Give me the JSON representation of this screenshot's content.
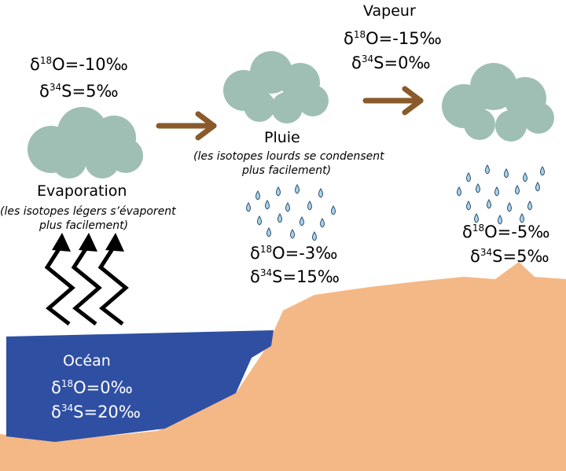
{
  "title": "",
  "evaporation": {
    "o18": "δ18O=-10‰",
    "s34": "δ34S=5‰",
    "label": "Evaporation",
    "note_line1": "(les isotopes légers s’évaporent",
    "note_line2": "plus facilement)"
  },
  "rain": {
    "label": "Pluie",
    "note_line1": "(les isotopes lourds se condensent",
    "note_line2": "plus facilement)",
    "o18": "δ18O=-3‰",
    "s34": "δ34S=15‰"
  },
  "vapour": {
    "label": "Vapeur",
    "o18": "δ18O=-15‰",
    "s34": "δ34S=0‰"
  },
  "land_rain": {
    "o18": "δ18O=-5‰",
    "s34": "δ34S=5‰"
  },
  "ocean": {
    "label": "Océan",
    "o18": "δ18O=0‰",
    "s34": "δ34S=20‰"
  },
  "colors": {
    "ocean": "#2f4fa3",
    "land": "#f4b886",
    "cloud": "#9fbfb5",
    "arrow": "#8a5a2b",
    "drop": "#a9d3ea"
  }
}
